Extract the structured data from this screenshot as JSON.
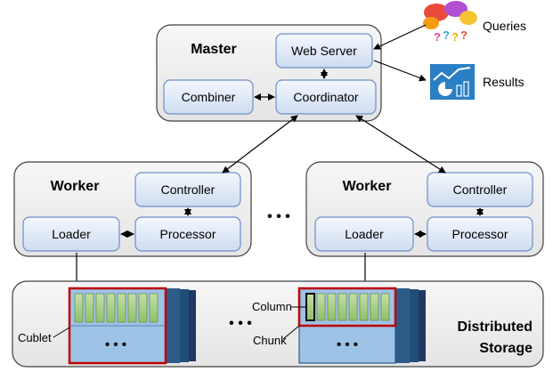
{
  "master": {
    "title": "Master",
    "web_server": "Web Server",
    "combiner": "Combiner",
    "coordinator": "Coordinator"
  },
  "external": {
    "queries": "Queries",
    "results": "Results"
  },
  "workers": [
    {
      "title": "Worker",
      "controller": "Controller",
      "loader": "Loader",
      "processor": "Processor"
    },
    {
      "title": "Worker",
      "controller": "Controller",
      "loader": "Loader",
      "processor": "Processor"
    }
  ],
  "ellipsis": "• • •",
  "storage": {
    "title_line1": "Distributed",
    "title_line2": "Storage",
    "cublet": "Cublet",
    "chunk": "Chunk",
    "column": "Column"
  },
  "colors": {
    "container_fill": "#efefef",
    "box_fill": "#dde8f6",
    "box_stroke": "#6f8fc8",
    "storage_blue": "#9dc3e6",
    "dark_navy": "#1f3864",
    "column_green": "#a9d18e",
    "cublet_red": "#c00000"
  }
}
